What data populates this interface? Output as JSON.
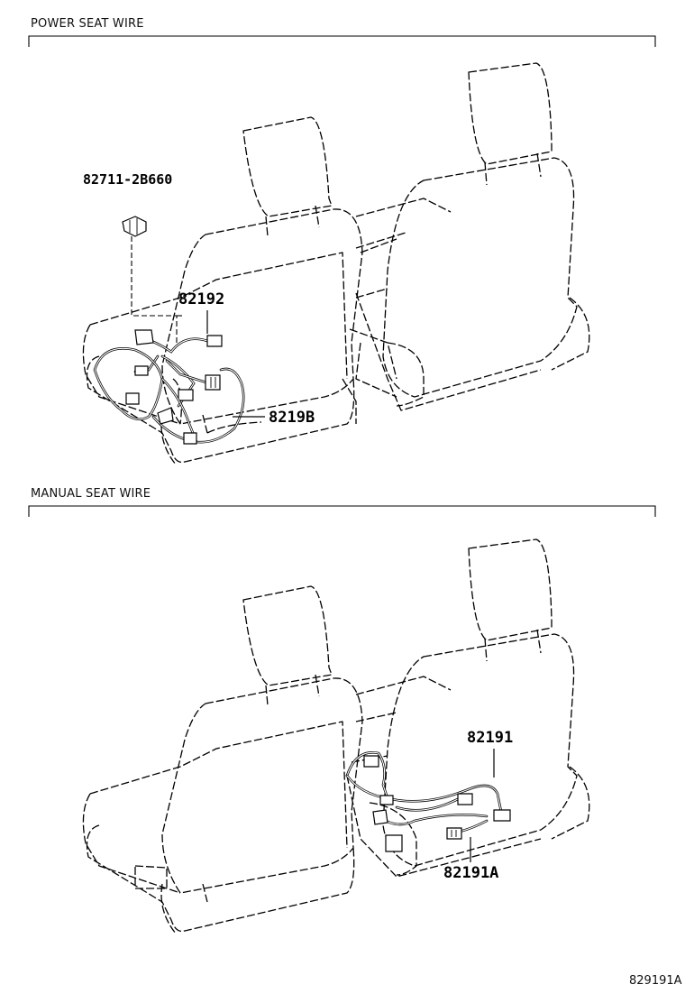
{
  "sections": {
    "power": {
      "title": "POWER SEAT WIRE"
    },
    "manual": {
      "title": "MANUAL SEAT WIRE"
    }
  },
  "parts": {
    "power_clip": "82711-2B660",
    "power_wire_main": "82192",
    "power_wire_b": "8219B",
    "manual_wire_main": "82191",
    "manual_wire_a": "82191A"
  },
  "reference_code": "829191A"
}
